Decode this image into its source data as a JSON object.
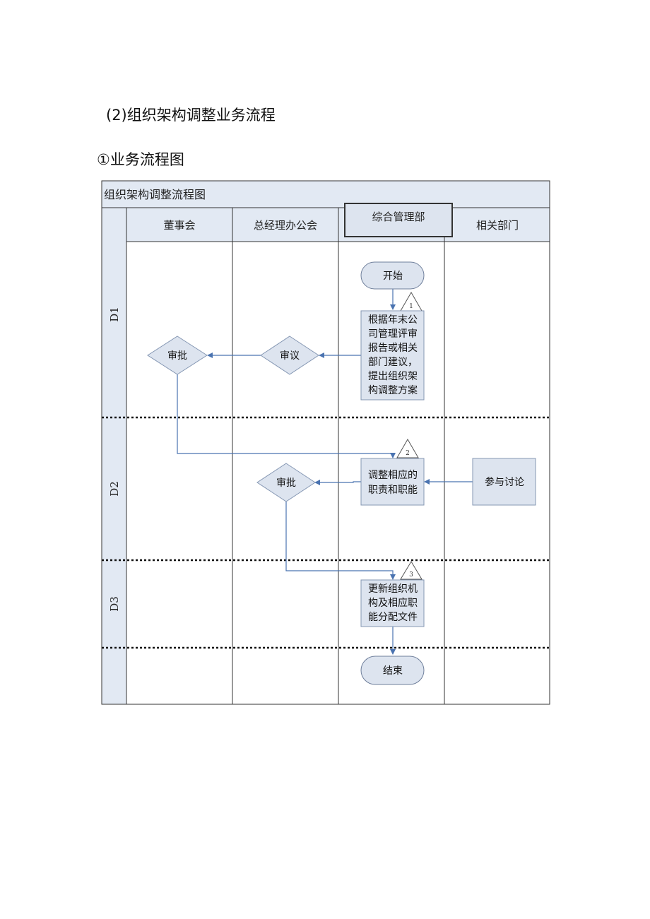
{
  "document": {
    "section_heading": "(2)组织架构调整业务流程",
    "subsection_heading": "①业务流程图"
  },
  "diagram": {
    "title": "组织架构调整流程图",
    "lanes": [
      "董事会",
      "总经理办公会",
      "综合管理部",
      "相关部门"
    ],
    "phases": [
      "D1",
      "D2",
      "D3"
    ],
    "nodes": {
      "start": "开始",
      "proposal": [
        "根据年末公",
        "司管理评审",
        "报告或相关",
        "部门建议，",
        "提出组织架",
        "构调整方案"
      ],
      "review": "审议",
      "approve_board": "审批",
      "adjust": [
        "调整相应的",
        "职责和职能"
      ],
      "participate": "参与讨论",
      "approve_gm": "审批",
      "update": [
        "更新组织机",
        "构及相应职",
        "能分配文件"
      ],
      "end": "结束"
    },
    "step_markers": [
      "1",
      "2",
      "3"
    ],
    "colors": {
      "header_fill": "#e2e9f3",
      "box_fill": "#dde4ef",
      "box_stroke": "#8597b3",
      "arrow": "#4a73b0",
      "grid": "#333333"
    }
  }
}
